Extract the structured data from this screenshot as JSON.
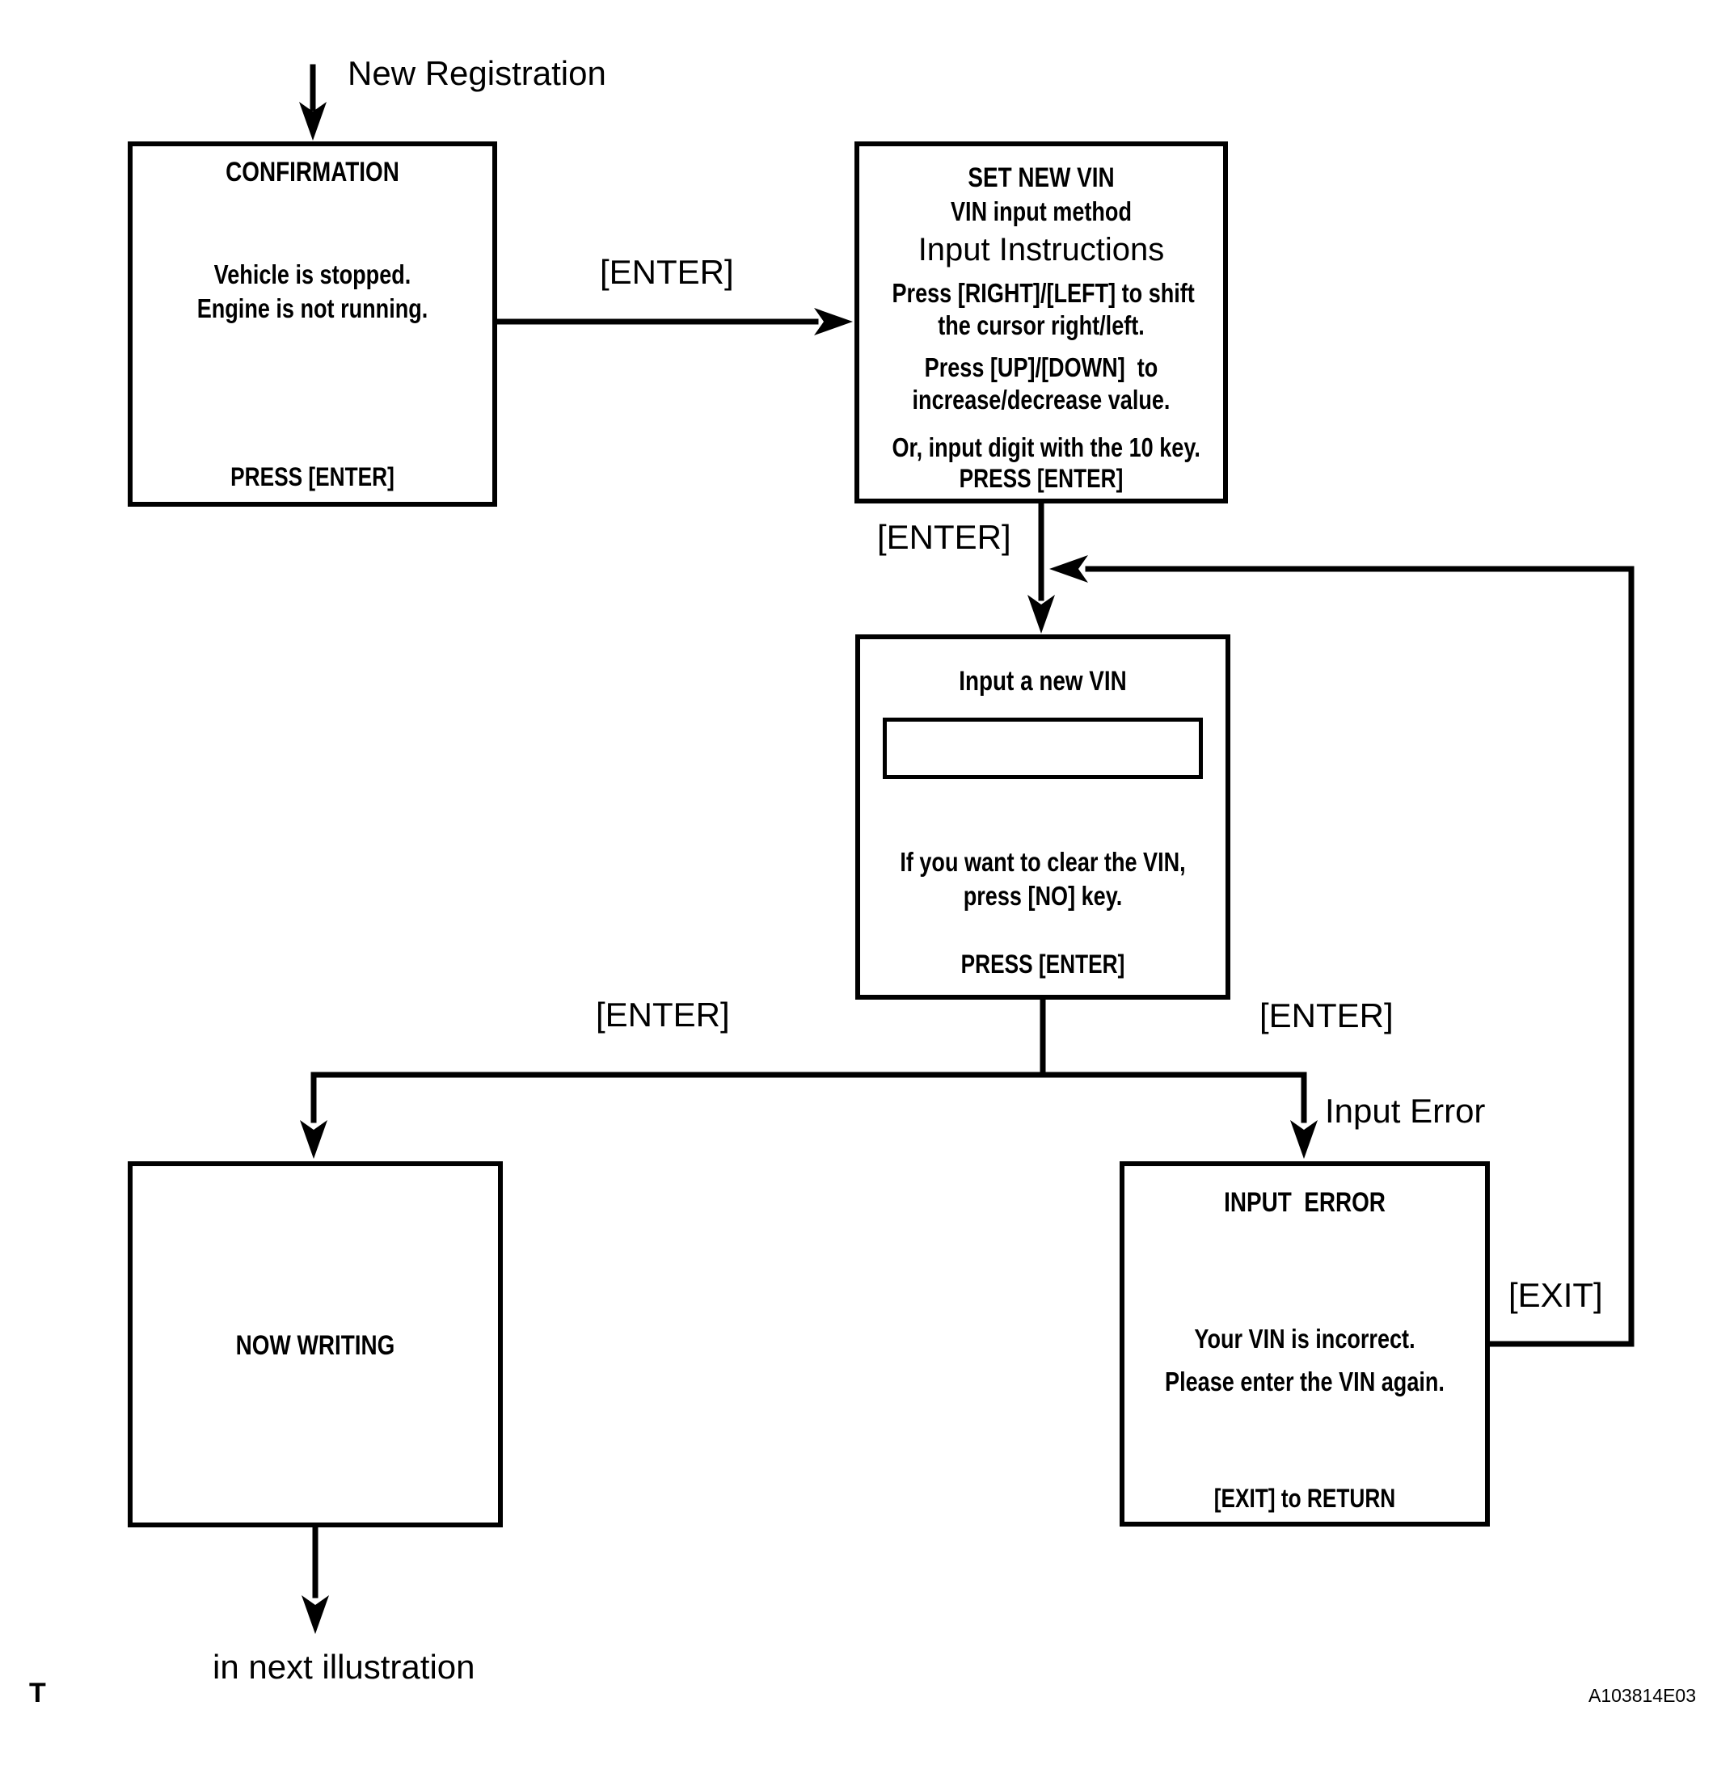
{
  "diagram": {
    "background_color": "#ffffff",
    "line_color": "#000000",
    "entry_label": "New Registration",
    "exit_note": "in next illustration",
    "page_letter": "T",
    "figure_id": "A103814E03",
    "boxes": {
      "confirmation": {
        "title": "CONFIRMATION",
        "line1": "Vehicle is stopped.",
        "line2": "Engine is not running.",
        "footer": "PRESS [ENTER]"
      },
      "set_new_vin": {
        "title": "SET NEW VIN",
        "subtitle": "VIN input method",
        "instructions_heading": "Input Instructions",
        "line1": "Press [RIGHT]/[LEFT] to shift",
        "line2": "the cursor right/left.",
        "line3": "Press [UP]/[DOWN]  to",
        "line4": "increase/decrease value.",
        "line5": "Or, input digit with the 10 key.",
        "footer": "PRESS [ENTER]"
      },
      "input_new_vin": {
        "title": "Input a new VIN",
        "vin_field_value": "",
        "line1": "If you want to clear the VIN,",
        "line2": "press [NO] key.",
        "footer": "PRESS [ENTER]"
      },
      "now_writing": {
        "title": "NOW WRITING"
      },
      "input_error": {
        "title": "INPUT  ERROR",
        "line1": "Your VIN is incorrect.",
        "line2": "Please enter the VIN again.",
        "footer": "[EXIT] to RETURN"
      }
    },
    "edge_labels": {
      "enter_1": "[ENTER]",
      "enter_2": "[ENTER]",
      "enter_3": "[ENTER]",
      "enter_4": "[ENTER]",
      "input_error": "Input Error",
      "exit": "[EXIT]"
    }
  }
}
